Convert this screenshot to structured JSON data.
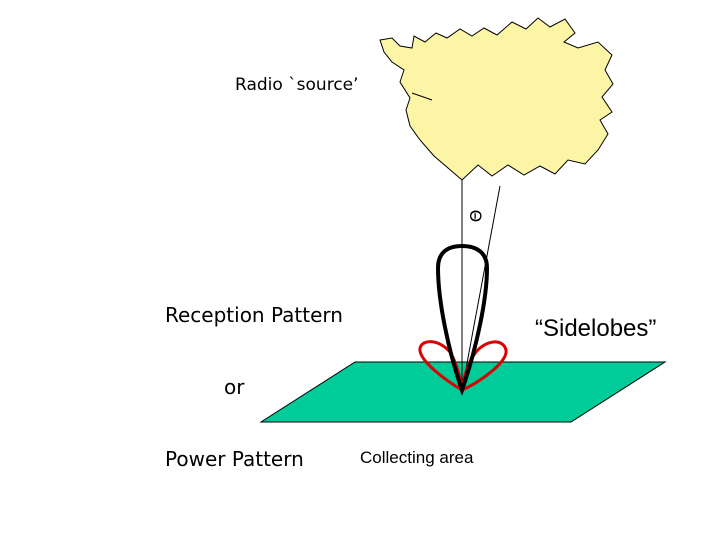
{
  "labels": {
    "source": "Radio `source’",
    "pattern_line1": "Reception Pattern",
    "pattern_line2": "or",
    "pattern_line3": "Power Pattern",
    "sidelobes": "“Sidelobes”",
    "collecting_area": "Collecting area",
    "angle": "Θ"
  },
  "colors": {
    "source_fill": "#fdf5a6",
    "ground_fill": "#00cc99",
    "main_lobe": "#000000",
    "sidelobes": "#dd0000"
  }
}
